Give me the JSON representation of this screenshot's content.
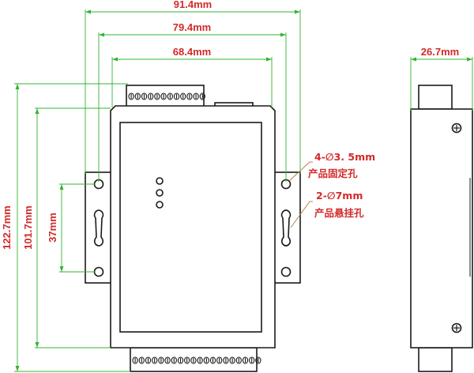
{
  "dimensions": {
    "width_overall": "91.4mm",
    "width_mounting_holes": "79.4mm",
    "width_body": "68.4mm",
    "depth_side": "26.7mm",
    "height_overall": "122.7mm",
    "height_body": "101.7mm",
    "height_holes": "37mm"
  },
  "annotations": {
    "fixing_holes_spec": "4-∅3. 5mm",
    "fixing_holes_label": "产品固定孔",
    "hanging_holes_spec": "2-∅7mm",
    "hanging_holes_label": "产品悬挂孔"
  },
  "colors": {
    "dimension_line": "#32b432",
    "dimension_text": "#d22a2a",
    "outline": "#1a1a1a",
    "leader_line": "#b07a3a"
  }
}
